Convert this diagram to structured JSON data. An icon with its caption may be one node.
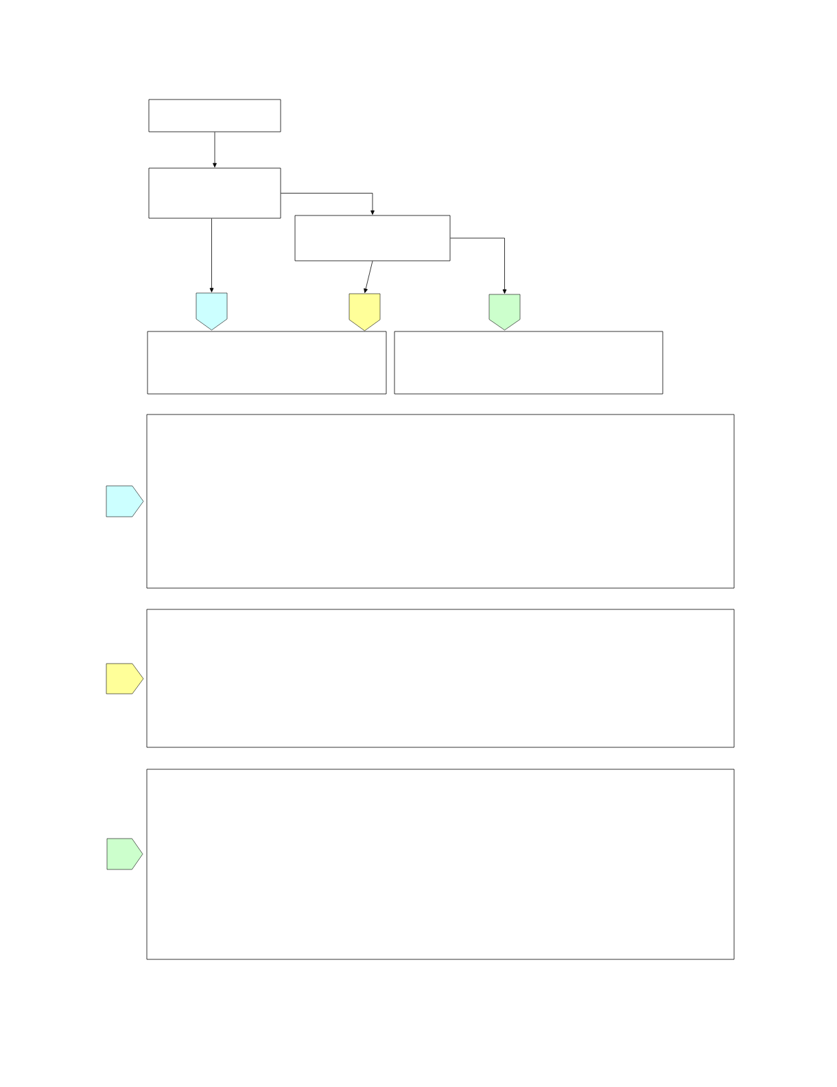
{
  "diagram": {
    "nodes": [
      {
        "text": [],
        "shape": "box"
      },
      {
        "text": [],
        "shape": "box"
      },
      {
        "text": [],
        "shape": "box"
      },
      {
        "text": [],
        "shape": "pentagon"
      },
      {
        "text": [],
        "shape": "pentagon"
      },
      {
        "text": [],
        "shape": "pentagon"
      },
      {
        "text": [],
        "shape": "box"
      },
      {
        "text": [],
        "shape": "box"
      },
      {
        "text": [],
        "shape": "pentagon"
      },
      {
        "text": [],
        "shape": "box"
      },
      {
        "text": [],
        "shape": "pentagon"
      },
      {
        "text": [],
        "shape": "box"
      },
      {
        "text": [],
        "shape": "pentagon"
      },
      {
        "text": [],
        "shape": "box"
      }
    ],
    "edges": [
      {
        "from": 0,
        "to": 1,
        "arrow": "to"
      },
      {
        "from": 1,
        "to": 2,
        "arrow": "to"
      },
      {
        "from": 1,
        "to": 3,
        "arrow": "to"
      },
      {
        "from": 2,
        "to": 4,
        "arrow": "to"
      },
      {
        "from": 2,
        "to": 5,
        "arrow": "to"
      }
    ]
  }
}
